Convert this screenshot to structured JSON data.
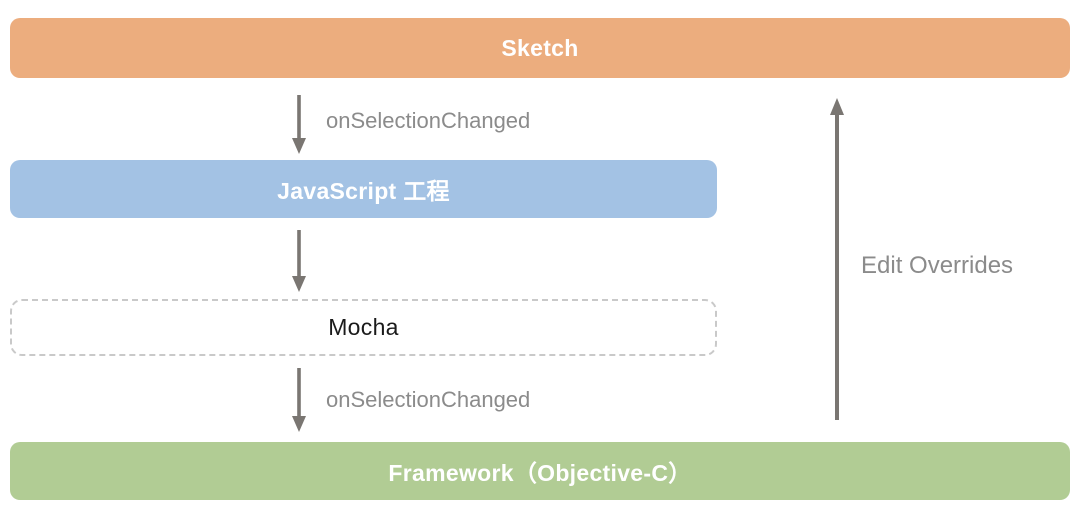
{
  "diagram": {
    "nodes": {
      "sketch": {
        "label": "Sketch",
        "bg": "#ECAD7E",
        "text_color": "#FFFFFF"
      },
      "javascript": {
        "label": "JavaScript 工程",
        "bg": "#A3C2E4",
        "text_color": "#FFFFFF"
      },
      "mocha": {
        "label": "Mocha",
        "bg": "#FFFFFF",
        "border_color": "#C9C9C9",
        "text_color": "#1A1A1A",
        "border_style": "dashed"
      },
      "framework": {
        "label": "Framework（Objective-C）",
        "bg": "#B1CC94",
        "text_color": "#FFFFFF"
      }
    },
    "edges": {
      "sketch_to_javascript": {
        "label": "onSelectionChanged",
        "direction": "down"
      },
      "javascript_to_mocha": {
        "label": "",
        "direction": "down"
      },
      "mocha_to_framework": {
        "label": "onSelectionChanged",
        "direction": "down"
      },
      "framework_to_sketch": {
        "label": "Edit Overrides",
        "direction": "up"
      }
    },
    "colors": {
      "arrow": "#7A7672",
      "edge_label": "#8B8B8B",
      "background": "#FFFFFF"
    }
  }
}
